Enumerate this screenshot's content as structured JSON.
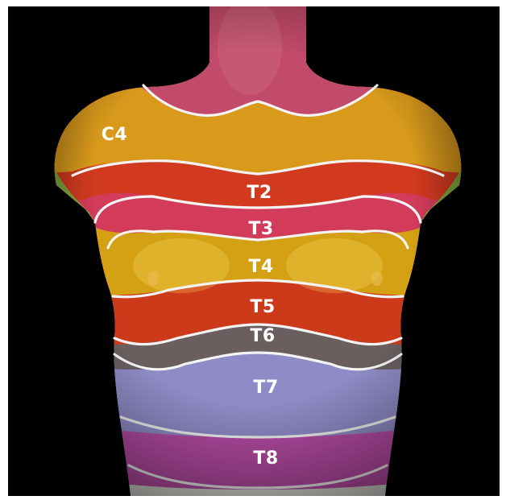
{
  "diagram": {
    "background": "#000000",
    "dermatomes": [
      {
        "id": "c4",
        "label": "C4",
        "color": "#d99a1c"
      },
      {
        "id": "t2",
        "label": "T2",
        "color": "#d23a1f"
      },
      {
        "id": "t3",
        "label": "T3",
        "color": "#d23c5a"
      },
      {
        "id": "t4",
        "label": "T4",
        "color": "#d4a114"
      },
      {
        "id": "t5",
        "label": "T5",
        "color": "#cc3a1a"
      },
      {
        "id": "t6",
        "label": "T6",
        "color": "#6a5e5e"
      },
      {
        "id": "t7",
        "label": "T7",
        "color": "#8f8bc6"
      },
      {
        "id": "t8",
        "label": "T8",
        "color": "#b84ca6"
      }
    ],
    "other_colors": {
      "neck": "#c24a6a",
      "shoulder_tip": "#7ea83a",
      "lower_torso": "#dcdcd6",
      "outline": "#f4f4f4"
    }
  }
}
